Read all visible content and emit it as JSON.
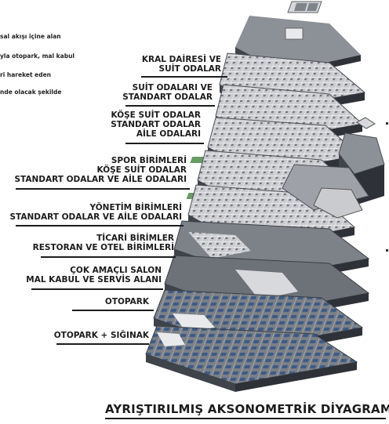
{
  "side_notes": [
    "sal akışı içine alan",
    "yla otopark, mal kabul",
    "ri hareket eden",
    "nde olacak şekilde"
  ],
  "floor_labels": [
    {
      "lines": [
        "KRAL DAİRESİ VE",
        "SUİT ODALAR"
      ]
    },
    {
      "lines": [
        "SUİT ODALARI VE",
        "STANDART ODALAR"
      ]
    },
    {
      "lines": [
        "KÖŞE SUİT ODALAR",
        "STANDART ODALAR",
        "AİLE ODALARI"
      ]
    },
    {
      "lines": [
        "SPOR BİRİMLERİ",
        "KÖŞE SUİT ODALAR",
        "STANDART ODALAR VE AİLE ODALARI"
      ]
    },
    {
      "lines": [
        "YÖNETİM BİRİMLERİ",
        "STANDART ODALAR VE AİLE ODALARI"
      ]
    },
    {
      "lines": [
        "TİCARİ BİRİMLER",
        "RESTORAN VE OTEL BİRİMLERİ"
      ]
    },
    {
      "lines": [
        "ÇOK AMAÇLI SALON",
        "MAL KABUL VE SERVİS ALANI"
      ]
    },
    {
      "lines": [
        "OTOPARK"
      ]
    },
    {
      "lines": [
        "OTOPARK + SIĞINAK"
      ]
    }
  ],
  "title": "AYRIŞTIRILMIŞ AKSONOMETRİK DİYAGRAM",
  "colors": {
    "slab_top": "#8c9097",
    "slab_side": "#3f434a",
    "slab_dark": "#2e3238",
    "wall": "#e9eaec",
    "accent_green": "#4f8a4a",
    "ink": "#1c1c1c"
  }
}
